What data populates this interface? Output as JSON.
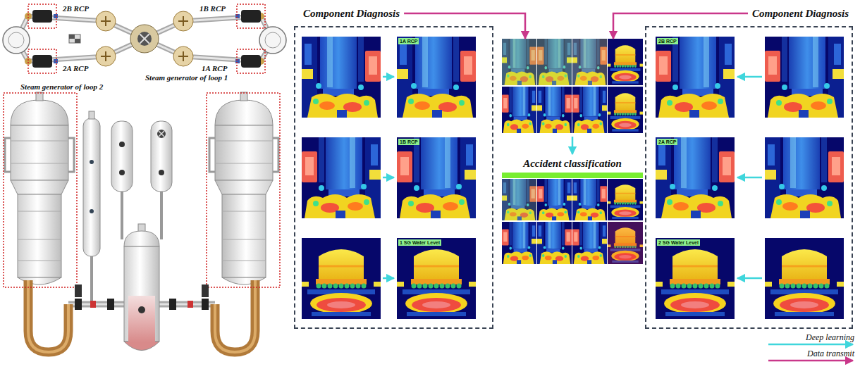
{
  "diagram": {
    "nodes": [
      {
        "text": [
          "Component Diagnosis"
        ]
      },
      {
        "text": [
          "Component Diagnosis"
        ]
      },
      {
        "text": [
          "Accident classification"
        ]
      }
    ],
    "edges": [
      {
        "from": 0,
        "to": 2,
        "arrow": "to"
      },
      {
        "from": 1,
        "to": 2,
        "arrow": "to"
      }
    ],
    "labels": [
      "2B RCP",
      "1B RCP",
      "2A RCP",
      "1A RCP",
      "Steam generator of loop 1",
      "Steam generator of loop 2",
      "1A RCP",
      "1B RCP",
      "1 SG Water Level",
      "2B RCP",
      "2A RCP",
      "2 SG Water Level"
    ],
    "legend": [
      {
        "text": "Deep learning"
      },
      {
        "text": "Data transmit"
      }
    ]
  }
}
